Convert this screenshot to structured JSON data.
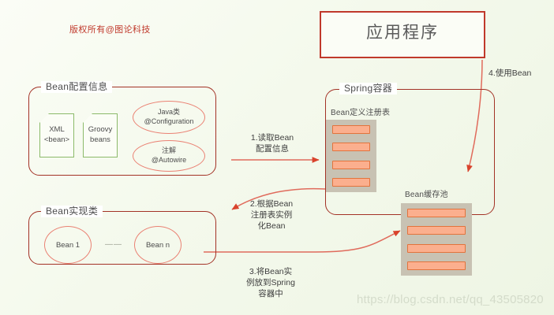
{
  "diagram": {
    "copyright": "版权所有@图论科技",
    "watermark": "https://blog.csdn.net/qq_43505820"
  },
  "app": {
    "label": "应用程序"
  },
  "config_section": {
    "title": "Bean配置信息",
    "documents": [
      {
        "name": "xml-bean-document",
        "label": "XML\n<bean>"
      },
      {
        "name": "groovy-beans-document",
        "label": "Groovy\nbeans"
      }
    ],
    "ellipses": [
      {
        "name": "java-configuration-ellipse",
        "label": "Java类\n@Configuration"
      },
      {
        "name": "annotation-autowire-ellipse",
        "label": "注解\n@Autowire"
      }
    ]
  },
  "impl_section": {
    "title": "Bean实现类",
    "bean_first": "Bean 1",
    "bean_last": "Bean n",
    "separator": "——"
  },
  "spring_container": {
    "title": "Spring容器",
    "registry": {
      "label": "Bean定义注册表",
      "bar_count": 4
    },
    "cache": {
      "label": "Bean缓存池",
      "bar_count": 4
    }
  },
  "steps": [
    {
      "id": "step-1",
      "label": "1.读取Bean\n配置信息"
    },
    {
      "id": "step-2",
      "label": "2.根据Bean\n注册表实例\n化Bean"
    },
    {
      "id": "step-3",
      "label": "3.将Bean实\n例放到Spring\n容器中"
    },
    {
      "id": "step-4",
      "label": "4.使用Bean"
    }
  ],
  "colors": {
    "background": "#f4f9ec",
    "box_border_red": "#a33226",
    "app_border": "#c0392b",
    "document_green": "#8cba6a",
    "ellipse_salmon": "#ea8173",
    "stack_fill": "#c8c2b3",
    "bar_fill": "#fbaf8e",
    "bar_border": "#e2733c",
    "arrow_red": "#e06b5c",
    "text_gray": "#4d4d4d",
    "copyright_red": "#c0392b"
  }
}
